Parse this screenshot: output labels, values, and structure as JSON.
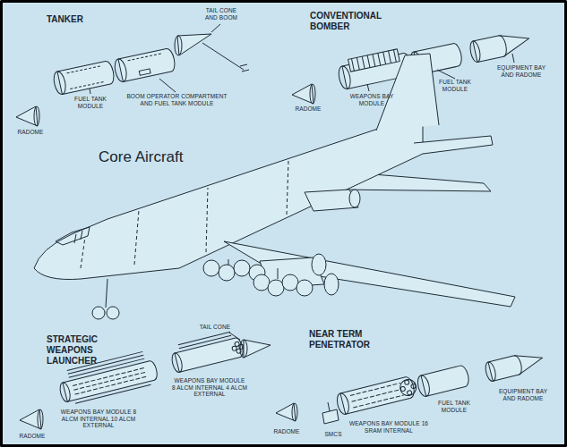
{
  "diagram": {
    "labels": [
      "TANKER",
      "TAIL CONE AND BOOM",
      "CONVENTIONAL BOMBER",
      "BOOM OPERATOR COMPARTMENT AND FUEL TANK MODULE",
      "FUEL TANK MODULE",
      "RADOME",
      "WEAPONS BAY MODULE",
      "FUEL TANK MODULE",
      "EQUIPMENT BAY AND RADOME",
      "RADOME",
      "Core Aircraft",
      "STRATEGIC WEAPONS LAUNCHER",
      "TAIL CONE",
      "NEAR TERM PENETRATOR",
      "WEAPONS BAY MODULE 8 ALCM INTERNAL 4 ALCM EXTERNAL",
      "WEAPONS BAY MODULE 8 ALCM INTERNAL 10 ALCM EXTERNAL",
      "WEAPONS BAY MODULE 16 SRAM INTERNAL",
      "FUEL TANK MODULE",
      "EQUIPMENT BAY AND RADOME",
      "RADOME",
      "RADOME",
      "SMCS"
    ]
  }
}
